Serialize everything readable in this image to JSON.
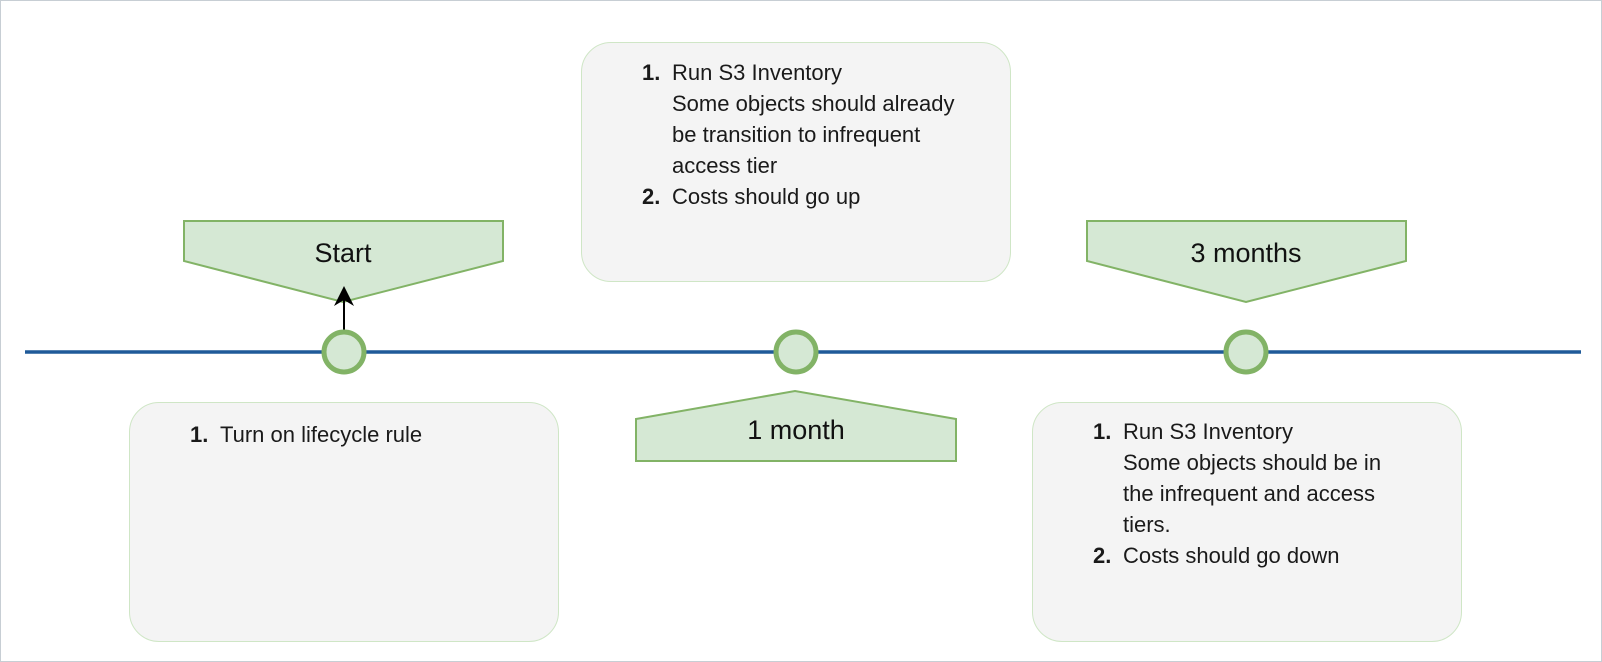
{
  "milestones": [
    {
      "label": "Start"
    },
    {
      "label": "1 month"
    },
    {
      "label": "3 months"
    }
  ],
  "notes": {
    "start": {
      "items": [
        {
          "num": "1.",
          "lines": [
            "Turn on lifecycle rule"
          ]
        }
      ]
    },
    "one_month": {
      "items": [
        {
          "num": "1.",
          "lines": [
            "Run S3 Inventory",
            "Some objects should already",
            "be transition to infrequent",
            "access tier"
          ]
        },
        {
          "num": "2.",
          "lines": [
            "Costs should go up"
          ]
        }
      ]
    },
    "three_months": {
      "items": [
        {
          "num": "1.",
          "lines": [
            "Run S3 Inventory",
            "Some objects should be in",
            "the infrequent and access",
            "tiers."
          ]
        },
        {
          "num": "2.",
          "lines": [
            "Costs should go down"
          ]
        }
      ]
    }
  },
  "colors": {
    "timeline": "#1f5a99",
    "node_fill": "#d5e8d4",
    "node_stroke": "#82b366",
    "note_fill": "#f4f4f4",
    "note_stroke": "#cfe6c6"
  }
}
